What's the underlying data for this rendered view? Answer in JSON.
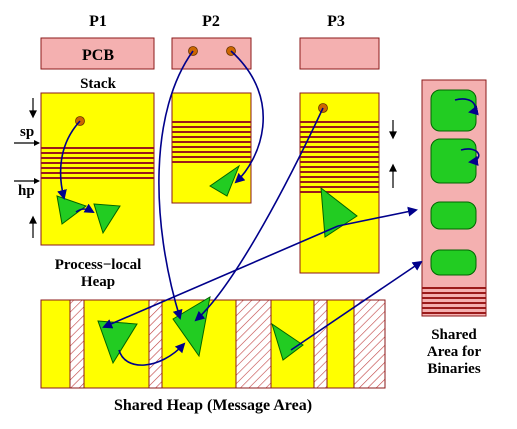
{
  "processes": [
    {
      "name": "P1",
      "pcb_label": "PCB"
    },
    {
      "name": "P2",
      "pcb_label": ""
    },
    {
      "name": "P3",
      "pcb_label": ""
    }
  ],
  "labels": {
    "stack": "Stack",
    "sp": "sp",
    "hp": "hp",
    "process_local_heap_line1": "Process−local",
    "process_local_heap_line2": "Heap",
    "shared_heap": "Shared Heap (Message Area)",
    "shared_area_line1": "Shared",
    "shared_area_line2": "Area for",
    "shared_area_line3": "Binaries"
  },
  "colors": {
    "pcb_fill": "#f4b0b0",
    "memory_fill": "#ffff00",
    "stripe": "#9b1b1b",
    "pointer_dot": "#cc6600",
    "object_fill": "#22cc22",
    "arrow": "#00008b",
    "binary_area_fill": "#f4b0b0",
    "hatch": "#c04040"
  }
}
